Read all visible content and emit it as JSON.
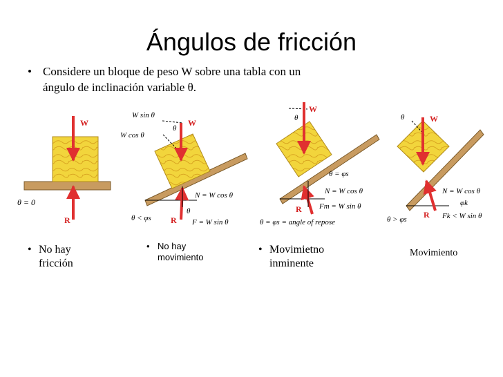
{
  "title": "Ángulos de fricción",
  "intro": {
    "bullet": "•",
    "line1": "Considere un bloque de peso W sobre una tabla con un",
    "line2": "ángulo de inclinación variable θ."
  },
  "diagrams": {
    "d1": {
      "W": "W",
      "R": "R",
      "theta": "θ = 0"
    },
    "d2": {
      "WsinT": "W sin θ",
      "WcosT": "W cos θ",
      "thetaTop": "θ",
      "W": "W",
      "N": "N = W cos θ",
      "thetaLess": "θ < φs",
      "R": "R",
      "thetaBot": "θ",
      "F": "F = W sin θ"
    },
    "d3": {
      "W": "W",
      "thetaTop": "θ",
      "thetaEq": "θ = φs",
      "N": "N = W cos θ",
      "R": "R",
      "Fm": "Fm = W sin θ",
      "repose": "θ = φs = angle of repose"
    },
    "d4": {
      "thetaTop": "θ",
      "W": "W",
      "N": "N = W cos θ",
      "phik": "φk",
      "thetaGt": "θ > φs",
      "R": "R",
      "Fk": "Fk < W sin θ"
    }
  },
  "captions": {
    "c1": {
      "bullet": "•",
      "line1": "No hay",
      "line2": "fricción"
    },
    "c2": {
      "bullet": "•",
      "line1": "No hay",
      "line2": "movimiento"
    },
    "c3": {
      "bullet": "•",
      "line1": "Movimietno",
      "line2": "inminente"
    },
    "c4": {
      "text": "Movimiento"
    }
  },
  "colors": {
    "force_arrow": "#e03030",
    "block": "#f2d53c",
    "board": "#c89b60"
  }
}
